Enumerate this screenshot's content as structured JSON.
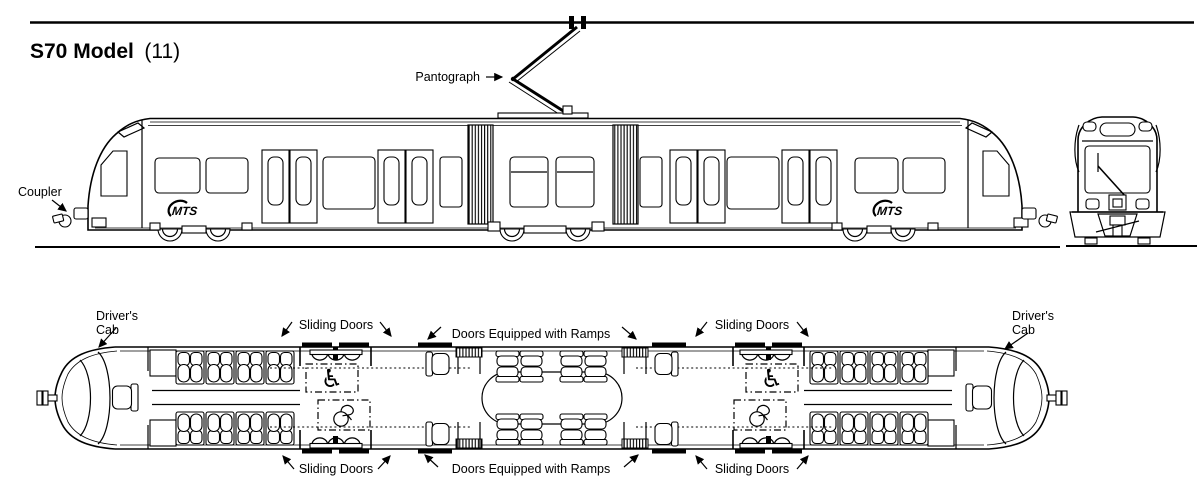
{
  "title": {
    "model_name": "S70 Model",
    "fleet_count": "(11)"
  },
  "side_view": {
    "pantograph_label": "Pantograph",
    "coupler_label": "Coupler",
    "logo_text": "MTS"
  },
  "floor_plan": {
    "drivers_cab_line1": "Driver's",
    "drivers_cab_line2": "Cab",
    "sliding_doors_label": "Sliding Doors",
    "ramp_doors_label": "Doors Equipped with Ramps",
    "icons": {
      "wheelchair_glyph": "♿",
      "bicycle": "bicycle-icon"
    }
  },
  "colors": {
    "ink": "#000000",
    "paper": "#ffffff"
  }
}
